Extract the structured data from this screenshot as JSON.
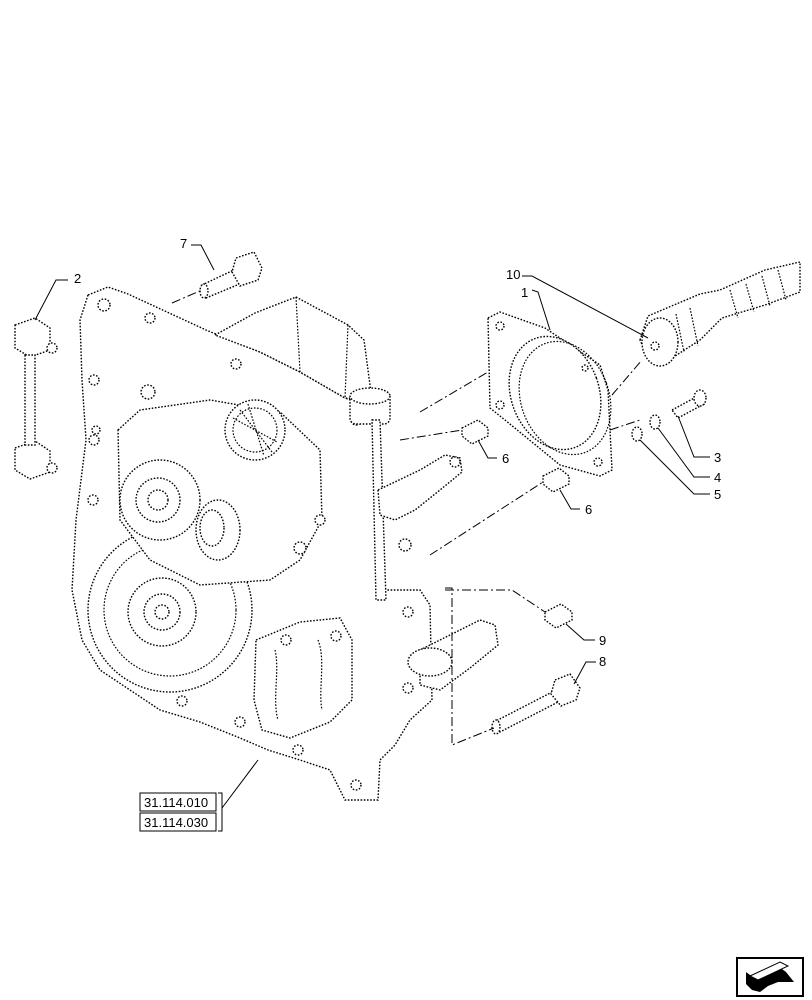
{
  "callouts": {
    "c1": "1",
    "c2": "2",
    "c3": "3",
    "c4": "4",
    "c5": "5",
    "c6a": "6",
    "c6b": "6",
    "c7": "7",
    "c8": "8",
    "c9": "9",
    "c10": "10"
  },
  "references": {
    "ref1": "31.114.010",
    "ref2": "31.114.030"
  },
  "nav_icon": "next-page-arrow-icon"
}
